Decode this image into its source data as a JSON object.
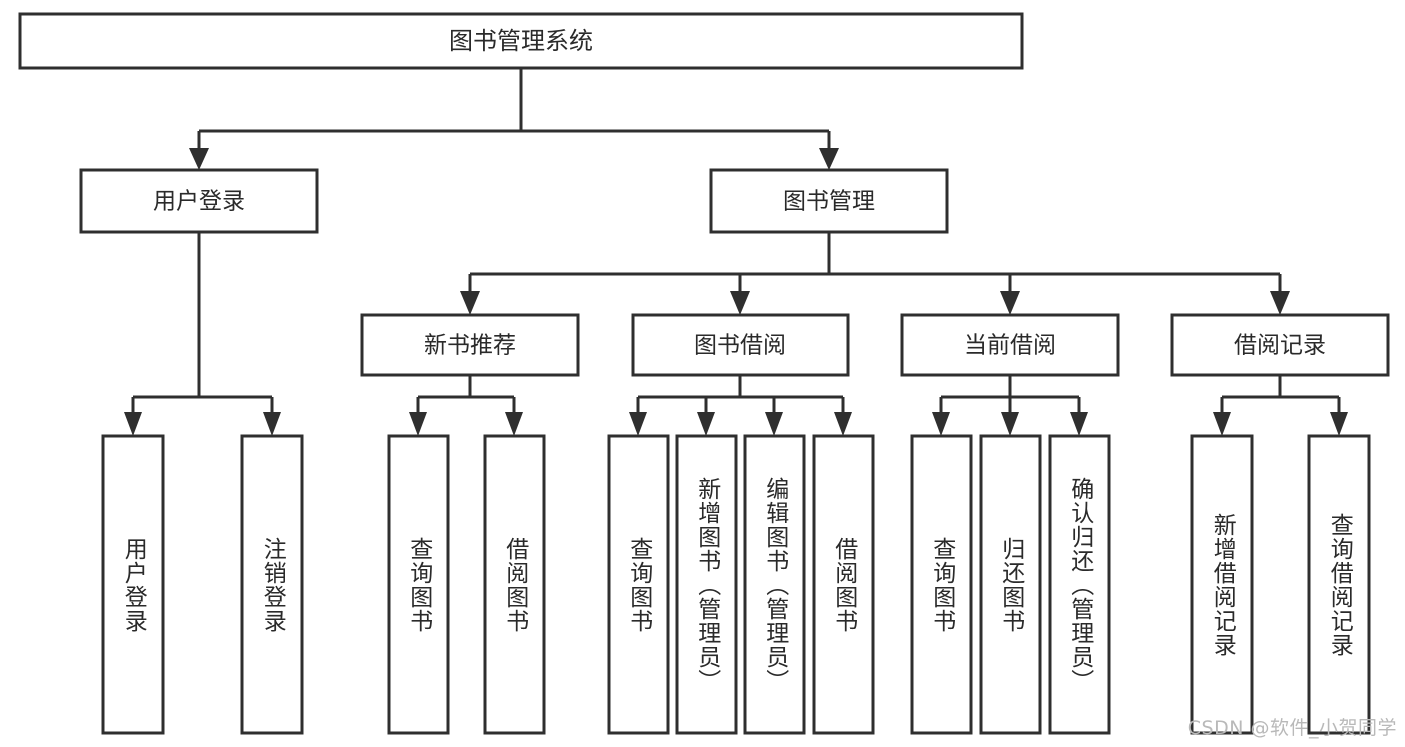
{
  "diagram": {
    "type": "tree",
    "title": "图书管理系统",
    "watermark": "CSDN @软件_小贺同学",
    "colors": {
      "box_stroke": "#2f2f2f",
      "box_fill": "#ffffff",
      "connector": "#2f2f2f",
      "text": "#2a2a2a",
      "watermark": "#b9b9b9",
      "background": "#ffffff"
    },
    "levels": {
      "level1": {
        "label": "图书管理系统"
      },
      "level2": [
        {
          "label": "用户登录"
        },
        {
          "label": "图书管理"
        }
      ],
      "level3": [
        {
          "label": "新书推荐"
        },
        {
          "label": "图书借阅"
        },
        {
          "label": "当前借阅"
        },
        {
          "label": "借阅记录"
        }
      ]
    },
    "leaves": {
      "user_login": [
        {
          "label": "用户登录"
        },
        {
          "label": "注销登录"
        }
      ],
      "new_book_recommend": [
        {
          "label": "查询图书"
        },
        {
          "label": "借阅图书"
        }
      ],
      "book_borrow": [
        {
          "label": "查询图书"
        },
        {
          "label": "新增图书（管理员）"
        },
        {
          "label": "编辑图书（管理员）"
        },
        {
          "label": "借阅图书"
        }
      ],
      "current_borrow": [
        {
          "label": "查询图书"
        },
        {
          "label": "归还图书"
        },
        {
          "label": "确认归还（管理员）"
        }
      ],
      "borrow_record": [
        {
          "label": "新增借阅记录"
        },
        {
          "label": "查询借阅记录"
        }
      ]
    }
  }
}
